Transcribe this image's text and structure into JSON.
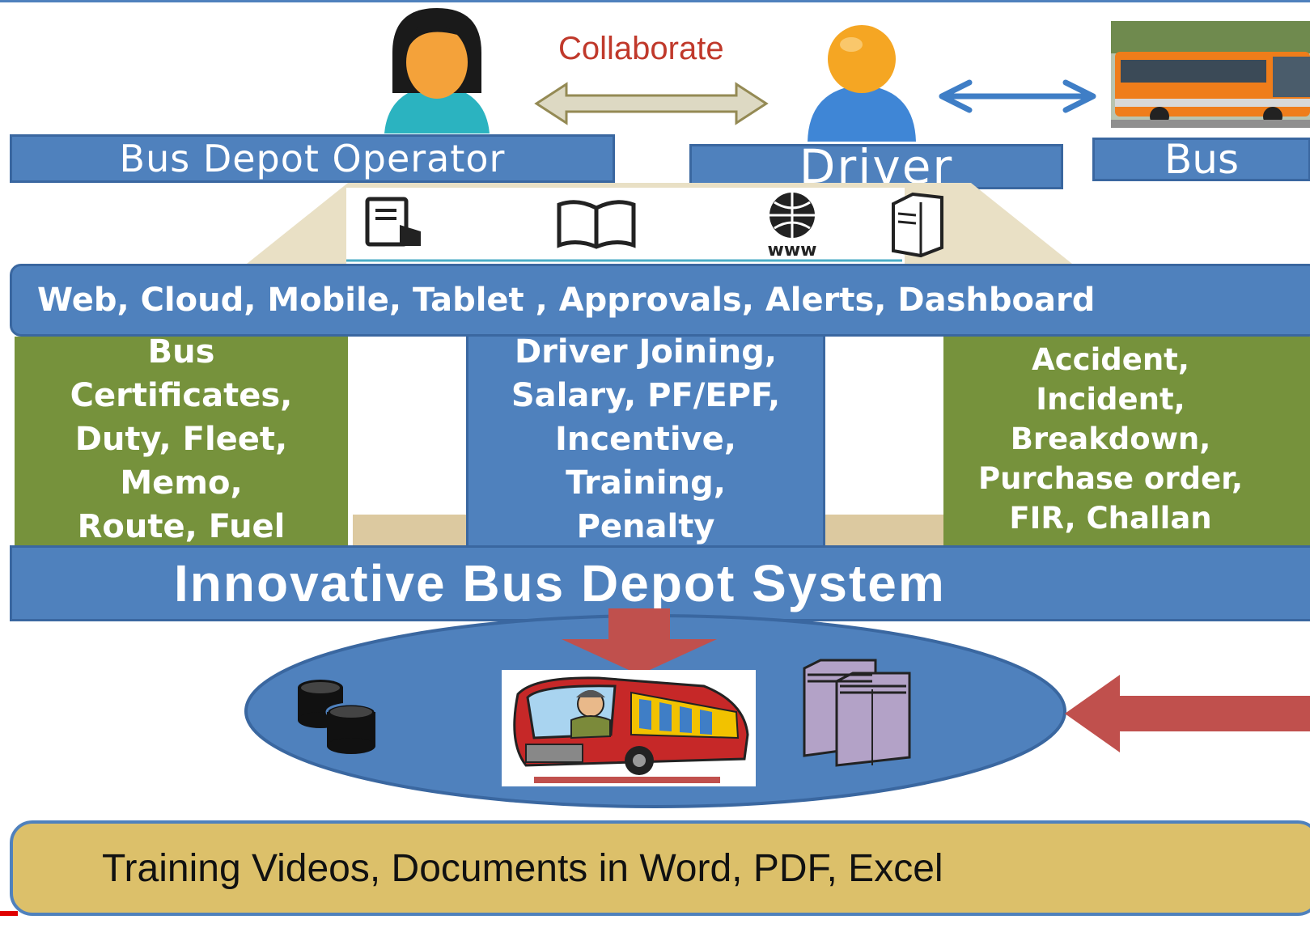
{
  "collaborate_label": "Collaborate",
  "roles": {
    "operator": "Bus Depot Operator",
    "driver": "Driver",
    "bus": "Bus"
  },
  "channels_bar": "Web, Cloud, Mobile, Tablet , Approvals, Alerts, Dashboard",
  "channel_icons": [
    "tablet-touch-icon",
    "open-book-icon",
    "www-globe-icon",
    "server-tower-icon"
  ],
  "modules": {
    "bus": [
      "Bus",
      "Certificates,",
      "Duty, Fleet,",
      "Memo,",
      "Route, Fuel"
    ],
    "driver": [
      "Driver Joining,",
      "Salary, PF/EPF,",
      "Incentive,",
      "Training,",
      "Penalty"
    ],
    "incident": [
      "Accident,",
      "Incident,",
      "Breakdown,",
      "Purchase order,",
      "FIR, Challan"
    ]
  },
  "system_title": "Innovative Bus Depot System",
  "footer": "Training Videos, Documents in Word, PDF, Excel",
  "colors": {
    "blue": "#4f81bd",
    "green": "#76923c",
    "tan": "#dcc06a",
    "red_arrow": "#c0504d",
    "collaborate_text": "#c0392b"
  }
}
